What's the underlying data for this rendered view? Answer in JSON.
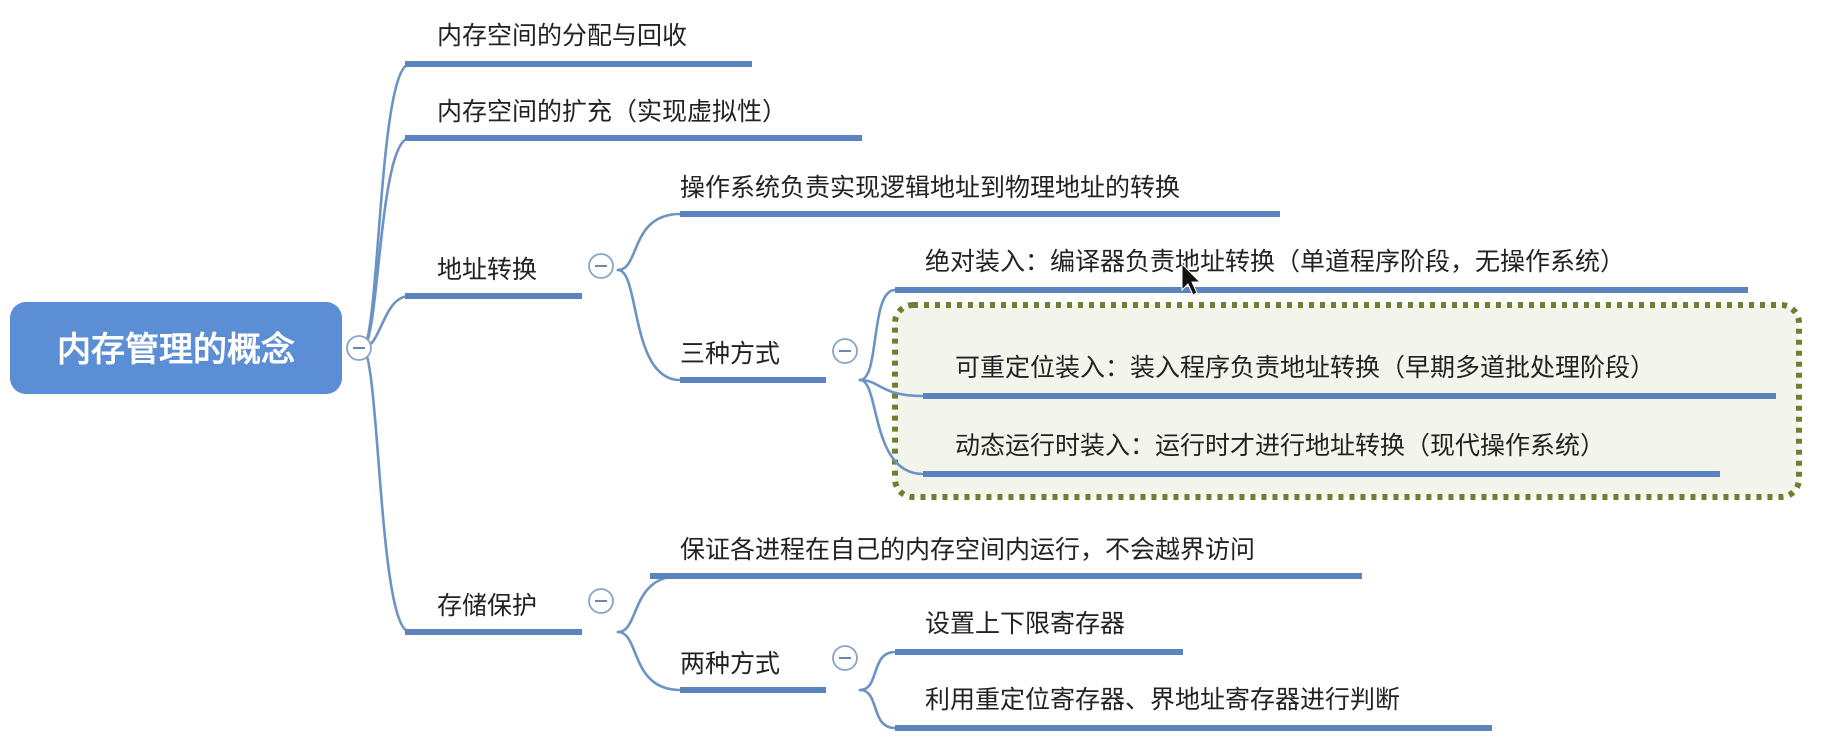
{
  "root": {
    "label": "内存管理的概念"
  },
  "level1": [
    {
      "id": "alloc",
      "label": "内存空间的分配与回收"
    },
    {
      "id": "expand",
      "label": "内存空间的扩充（实现虚拟性）"
    },
    {
      "id": "addr",
      "label": "地址转换"
    },
    {
      "id": "protect",
      "label": "存储保护"
    }
  ],
  "addr": {
    "duty": "操作系统负责实现逻辑地址到物理地址的转换",
    "methods_label": "三种方式",
    "methods": [
      "绝对装入：编译器负责地址转换（单道程序阶段，无操作系统）",
      "可重定位装入：装入程序负责地址转换（早期多道批处理阶段）",
      "动态运行时装入：运行时才进行地址转换（现代操作系统）"
    ]
  },
  "protect": {
    "duty": "保证各进程在自己的内存空间内运行，不会越界访问",
    "methods_label": "两种方式",
    "methods": [
      "设置上下限寄存器",
      "利用重定位寄存器、界地址寄存器进行判断"
    ]
  },
  "colors": {
    "root_fill": "#5b8ed4",
    "branch_line": "#6b93c4",
    "underline": "#5b84bf",
    "highlight_border": "#6f7f32",
    "highlight_fill": "#f3f5ec"
  },
  "icons": [
    "collapse-icon",
    "mouse-cursor-icon"
  ]
}
